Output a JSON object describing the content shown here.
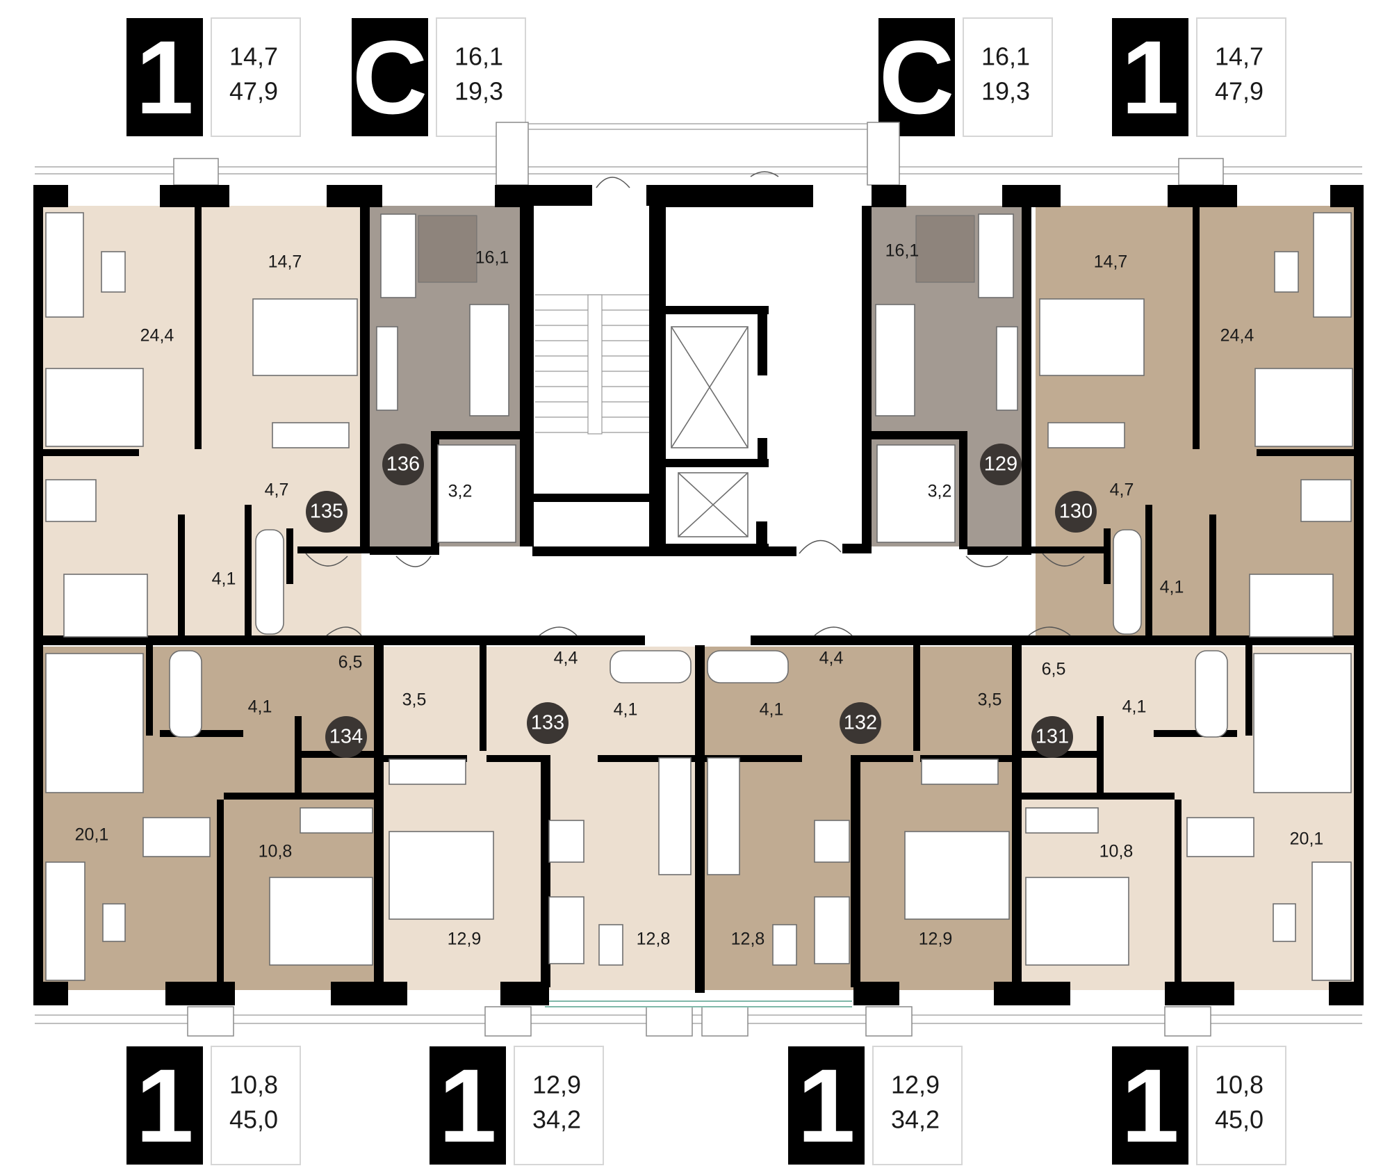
{
  "colors": {
    "wall": "#000000",
    "light": "#ecdfd0",
    "medium": "#c0ab92",
    "dark": "#a39a92",
    "circle": "#3b3633",
    "corridor": "#ffffff"
  },
  "tags": [
    {
      "letter": "1",
      "value1": "14,7",
      "value2": "47,9"
    },
    {
      "letter": "С",
      "value1": "16,1",
      "value2": "19,3"
    },
    {
      "letter": "С",
      "value1": "16,1",
      "value2": "19,3"
    },
    {
      "letter": "1",
      "value1": "14,7",
      "value2": "47,9"
    },
    {
      "letter": "1",
      "value1": "10,8",
      "value2": "45,0"
    },
    {
      "letter": "1",
      "value1": "12,9",
      "value2": "34,2"
    },
    {
      "letter": "1",
      "value1": "12,9",
      "value2": "34,2"
    },
    {
      "letter": "1",
      "value1": "10,8",
      "value2": "45,0"
    }
  ],
  "apartment_numbers": [
    "136",
    "135",
    "134",
    "133",
    "132",
    "131",
    "130",
    "129"
  ],
  "room_areas": {
    "a135_living": "24,4",
    "a135_bed": "14,7",
    "a135_hall": "4,7",
    "a135_bath": "4,1",
    "a136_room": "16,1",
    "a136_bath": "3,2",
    "a129_room": "16,1",
    "a129_bath": "3,2",
    "a130_bed": "14,7",
    "a130_living": "24,4",
    "a130_hall": "4,7",
    "a130_bath": "4,1",
    "a134_living": "20,1",
    "a134_bath": "4,1",
    "a134_hall": "6,5",
    "a134_closet": "3,5",
    "a134_bed": "10,8",
    "a133_hall": "4,4",
    "a133_bath": "4,1",
    "a133_bed": "12,9",
    "a133_living": "12,8",
    "a132_living": "12,8",
    "a132_bath": "4,1",
    "a132_hall": "4,4",
    "a132_bed": "12,9",
    "a131_closet": "3,5",
    "a131_hall": "6,5",
    "a131_bath": "4,1",
    "a131_bed": "10,8",
    "a131_living": "20,1"
  }
}
